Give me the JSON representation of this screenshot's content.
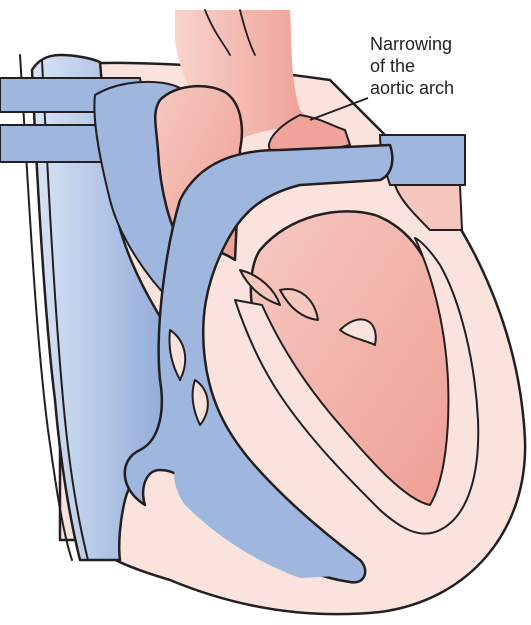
{
  "annotation": {
    "lines": [
      "Narrowing",
      "of the",
      "aortic arch"
    ]
  },
  "colors": {
    "outline": "#231f20",
    "muscle": "#f9e3dc",
    "oxygenated": "#f0a39a",
    "oxygenated_light": "#f6c7bf",
    "deoxygenated": "#9fb6df",
    "deoxygenated_light": "#dfe8f6",
    "background": "#ffffff"
  }
}
